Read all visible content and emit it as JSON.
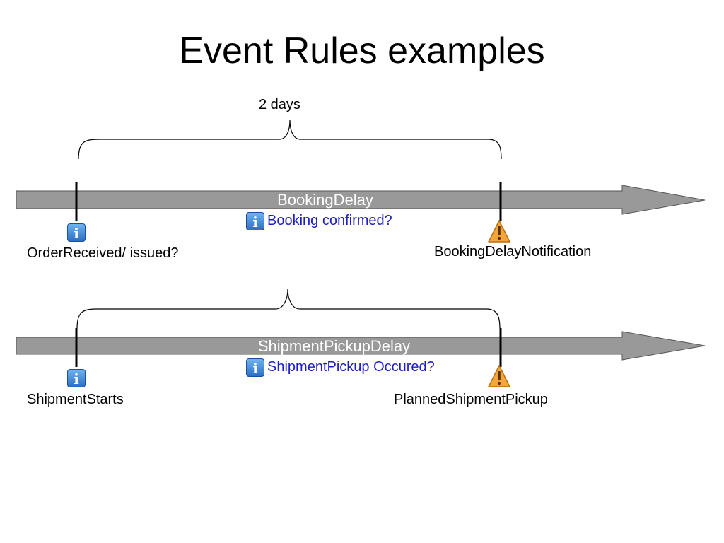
{
  "title": "Event Rules examples",
  "brace_label": "2 days",
  "rules": [
    {
      "name": "BookingDelay",
      "check": "Booking confirmed?",
      "start_event": "OrderReceived/ issued?",
      "end_event": "BookingDelayNotification",
      "start_icon": "info-icon",
      "check_icon": "info-icon",
      "end_icon": "warning-icon"
    },
    {
      "name": "ShipmentPickupDelay",
      "check": "ShipmentPickup Occured?",
      "start_event": "ShipmentStarts",
      "end_event": "PlannedShipmentPickup",
      "start_icon": "info-icon",
      "check_icon": "info-icon",
      "end_icon": "warning-icon"
    }
  ],
  "colors": {
    "arrow_fill": "#999999",
    "arrow_stroke": "#555555",
    "check_text": "#1f1fbf",
    "info_icon": "#2b6fc6",
    "warning_icon": "#f4a63a"
  }
}
